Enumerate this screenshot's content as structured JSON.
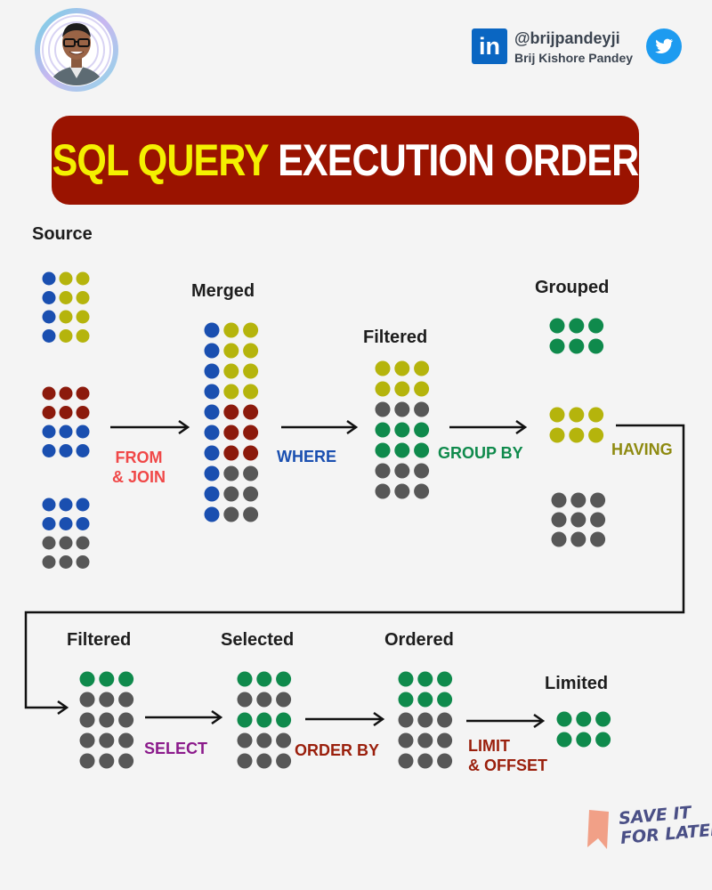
{
  "header": {
    "handle": "@brijpandeyji",
    "author": "Brij Kishore Pandey",
    "linkedin_icon": "linkedin-icon",
    "linkedin_glyph": "in",
    "twitter_icon": "twitter-icon"
  },
  "title": {
    "part1": "SQL QUERY",
    "part2": "EXECUTION ORDER"
  },
  "stages": {
    "source": "Source",
    "merged": "Merged",
    "filtered1": "Filtered",
    "grouped": "Grouped",
    "filtered2": "Filtered",
    "selected": "Selected",
    "ordered": "Ordered",
    "limited": "Limited"
  },
  "operations": {
    "from_line1": "FROM",
    "from_line2": "& JOIN",
    "where": "WHERE",
    "group_by": "GROUP BY",
    "having": "HAVING",
    "select": "SELECT",
    "order_by": "ORDER BY",
    "limit_line1": "LIMIT",
    "limit_line2": "& OFFSET"
  },
  "footer": {
    "save_line1": "SAVE IT",
    "save_line2": "FOR LATER"
  },
  "colors": {
    "blue": "#1a4fb0",
    "olive": "#b5b40c",
    "red": "#8c1a0c",
    "green": "#0f8a4c",
    "gray": "#575757",
    "op_from": "#f04848",
    "op_where": "#1a4fb0",
    "op_group": "#0f8a4c",
    "op_having": "#8e8a10",
    "op_select": "#8b1a8b",
    "op_order": "#9a1f0c",
    "op_limit": "#9a1f0c"
  }
}
